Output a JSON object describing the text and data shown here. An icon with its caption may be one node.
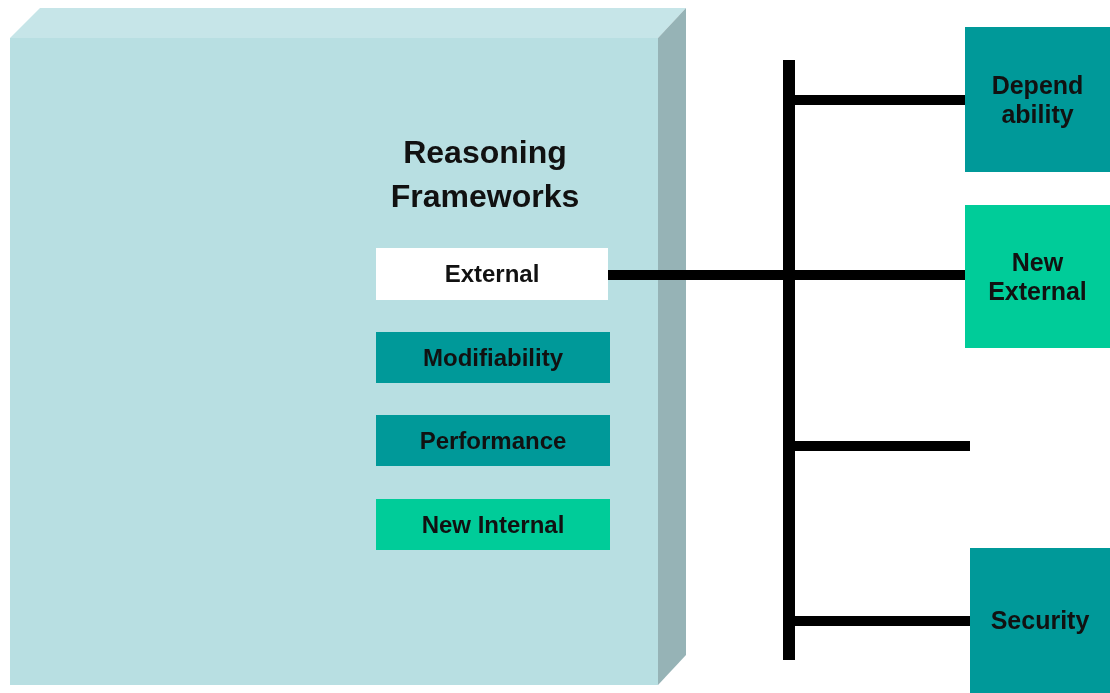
{
  "diagram": {
    "nodes": [
      {
        "text": [
          "Reasoning Frameworks"
        ]
      },
      {
        "text": [
          "External"
        ],
        "in": 0
      },
      {
        "text": [
          "Modifiability"
        ],
        "in": 0
      },
      {
        "text": [
          "Performance"
        ],
        "in": 0
      },
      {
        "text": [
          "New Internal"
        ],
        "in": 0
      },
      {
        "text": [],
        "shape": "bar"
      },
      {
        "text": [
          "Depend ability"
        ]
      },
      {
        "text": [
          "New External"
        ]
      },
      {
        "text": [
          "Security"
        ]
      }
    ],
    "edges": [
      {
        "from": 1,
        "to": 5,
        "arrow": "none"
      },
      {
        "from": 5,
        "to": 6,
        "arrow": "none"
      },
      {
        "from": 5,
        "to": 7,
        "arrow": "none"
      },
      {
        "from": 5,
        "to": null,
        "arrow": "none"
      },
      {
        "from": 5,
        "to": 8,
        "arrow": "none"
      }
    ]
  }
}
